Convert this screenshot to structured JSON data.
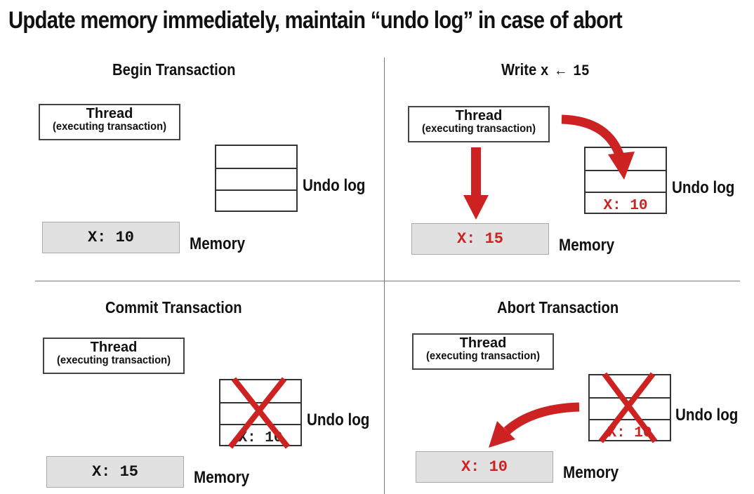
{
  "title": "Update memory immediately, maintain “undo log” in case of abort",
  "colors": {
    "accent": "#cc2222",
    "memory_fill": "#e1e1e2",
    "border": "#444444"
  },
  "quadrants": {
    "begin": {
      "title": "Begin Transaction",
      "thread_label": "Thread",
      "thread_sublabel": "(executing transaction)",
      "undo_log_label": "Undo log",
      "undo_log_entries": [
        "",
        "",
        ""
      ],
      "memory_value": "X: 10",
      "memory_label": "Memory"
    },
    "write": {
      "title_prefix": "Write",
      "title_code": "x ← 15",
      "thread_label": "Thread",
      "thread_sublabel": "(executing transaction)",
      "undo_log_label": "Undo log",
      "undo_log_entries": [
        "",
        "",
        "X: 10"
      ],
      "memory_value": "X: 15",
      "memory_label": "Memory"
    },
    "commit": {
      "title": "Commit Transaction",
      "thread_label": "Thread",
      "thread_sublabel": "(executing transaction)",
      "undo_log_label": "Undo log",
      "undo_log_entries": [
        "",
        "",
        "X: 10"
      ],
      "memory_value": "X: 15",
      "memory_label": "Memory"
    },
    "abort": {
      "title": "Abort Transaction",
      "thread_label": "Thread",
      "thread_sublabel": "(executing transaction)",
      "undo_log_label": "Undo log",
      "undo_log_entries": [
        "",
        "",
        "X: 10"
      ],
      "memory_value": "X: 10",
      "memory_label": "Memory"
    }
  }
}
